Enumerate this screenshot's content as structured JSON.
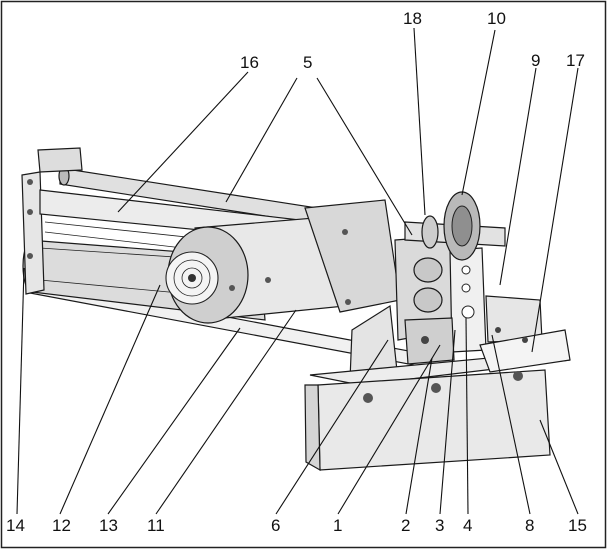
{
  "labels": [
    {
      "text": "18"
    },
    {
      "text": "10"
    },
    {
      "text": "16"
    },
    {
      "text": "5"
    },
    {
      "text": "9"
    },
    {
      "text": "17"
    },
    {
      "text": "14"
    },
    {
      "text": "12"
    },
    {
      "text": "13"
    },
    {
      "text": "11"
    },
    {
      "text": "6"
    },
    {
      "text": "1"
    },
    {
      "text": "2"
    },
    {
      "text": "3"
    },
    {
      "text": "4"
    },
    {
      "text": "8"
    },
    {
      "text": "15"
    }
  ]
}
